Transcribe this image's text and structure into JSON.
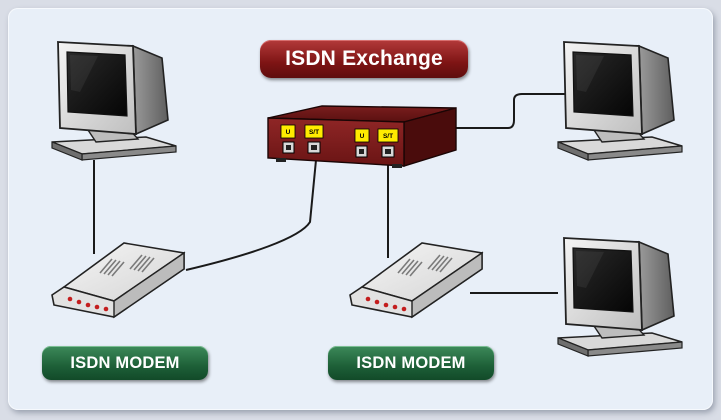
{
  "diagram": {
    "exchange_label": "ISDN Exchange",
    "modem_left_label": "ISDN MODEM",
    "modem_right_label": "ISDN MODEM",
    "ports": [
      "U",
      "S/T",
      "U",
      "S/T"
    ]
  },
  "colors": {
    "exchange_body": "#7a1a1a",
    "port_label_bg": "#ffeb00",
    "modem_pill": "#1d5f37",
    "exchange_pill": "#7e1414",
    "background": "#e8eff8"
  }
}
